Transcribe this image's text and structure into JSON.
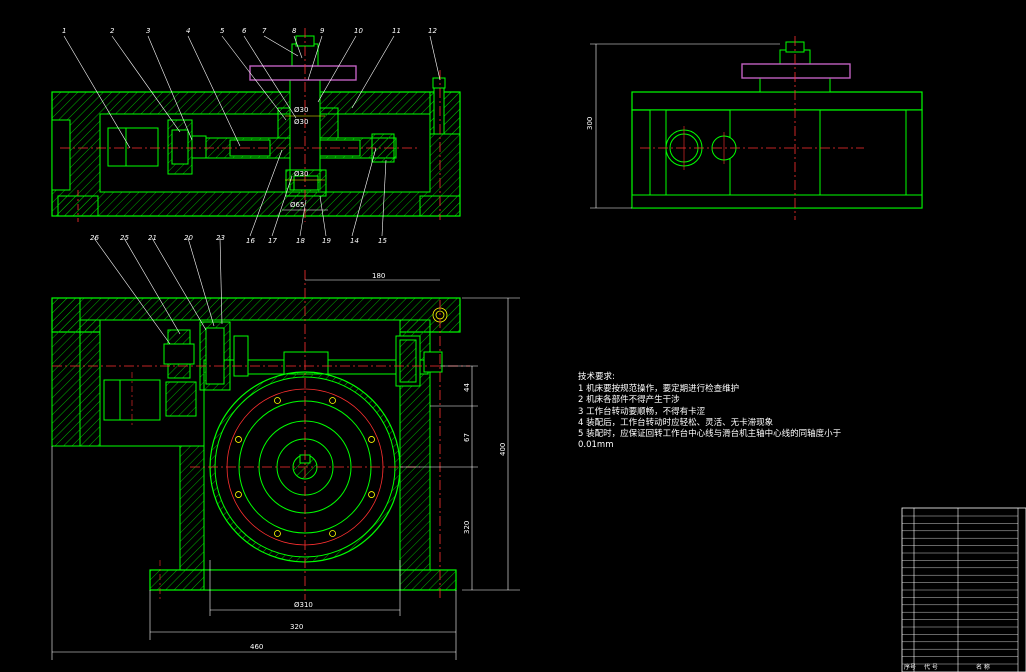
{
  "drawing": {
    "balloons_top": [
      "1",
      "2",
      "3",
      "4",
      "5",
      "6",
      "7",
      "8",
      "9",
      "10",
      "11",
      "12"
    ],
    "balloons_top_lower": [
      "16",
      "17",
      "18",
      "19",
      "14",
      "15"
    ],
    "balloons_mid": [
      "26",
      "25",
      "21",
      "20",
      "23"
    ],
    "dims_top_view": {
      "d1": "Ø30",
      "d2": "Ø30",
      "d3": "Ø30",
      "d4": "Ø65"
    },
    "dims_plan": {
      "w180": "180",
      "h400": "400",
      "h44": "44",
      "h67": "67",
      "h320": "320",
      "dia": "Ø310",
      "w320": "320",
      "w460": "460"
    },
    "dims_side": {
      "h300": "300"
    }
  },
  "tech_notes": {
    "title": "技术要求:",
    "items": [
      "1  机床要按规范操作，要定期进行检查维护",
      "2  机床各部件不得产生干涉",
      "3  工作台转动要顺畅，不得有卡涩",
      "4  装配后，工作台转动时应轻松、灵活、无卡滞现象",
      "5  装配时，应保证回转工作台中心线与滑台机主轴中心线的同轴度小于"
    ],
    "extra": "0.01mm"
  },
  "title_block": {
    "header": [
      "序号",
      "代 号",
      "名 称"
    ]
  },
  "colors": {
    "outline": "#00ff00",
    "hatch": "#00d000",
    "center": "#ff3030",
    "dim": "#ffffff",
    "purple": "#c060c0",
    "yellow": "#ffff00"
  }
}
